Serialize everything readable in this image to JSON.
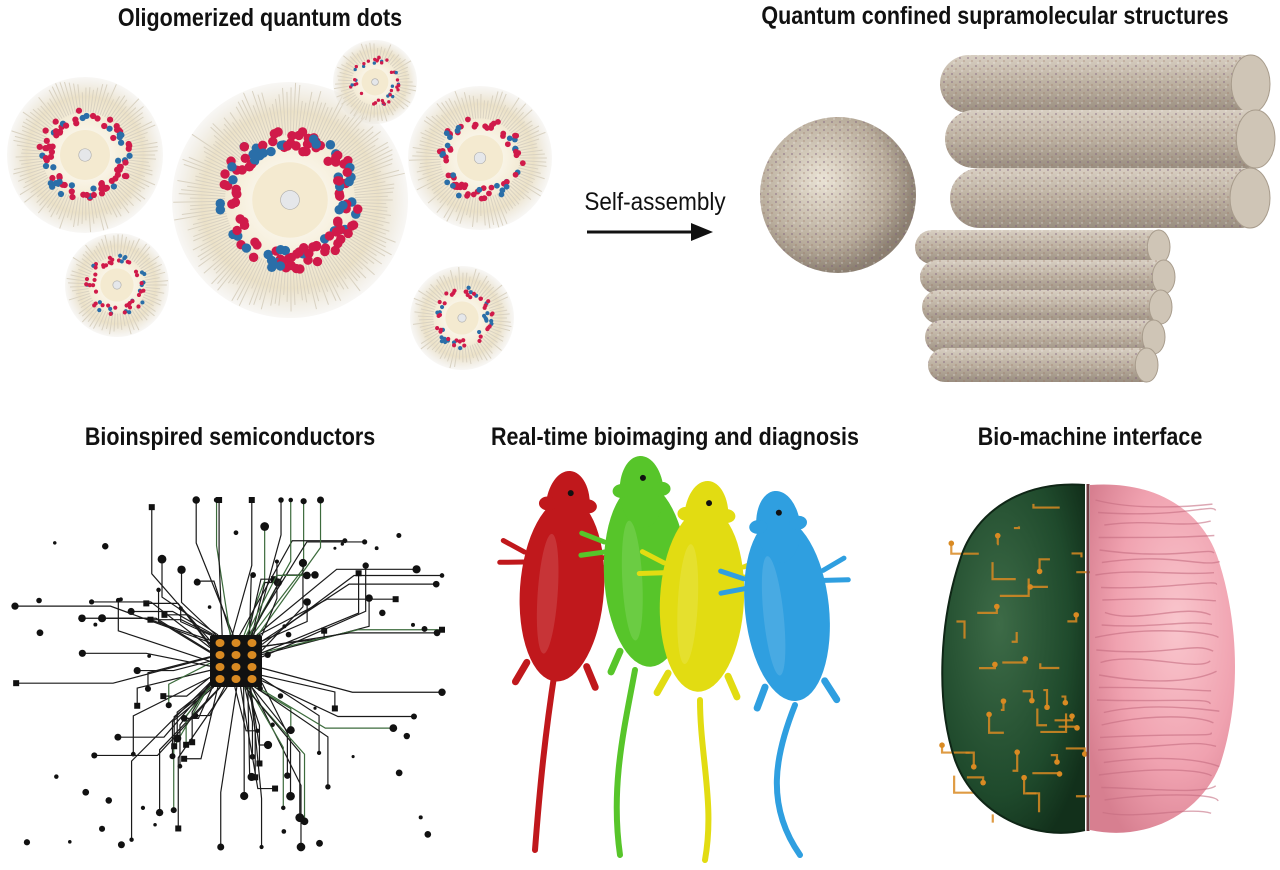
{
  "panels": {
    "oligomerized": {
      "title": "Oligomerized quantum dots"
    },
    "assembly": {
      "arrow_label": "Self-assembly"
    },
    "supramolecular": {
      "title": "Quantum confined supramolecular structures"
    },
    "semiconductors": {
      "title": "Bioinspired semiconductors"
    },
    "bioimaging": {
      "title": "Real-time bioimaging and diagnosis",
      "mouse_colors": [
        "#c0181c",
        "#57c52a",
        "#e2dc12",
        "#2f9fe0"
      ]
    },
    "biomachine": {
      "title": "Bio-machine interface"
    }
  },
  "colors": {
    "shell": "#efe6cf",
    "red_atom": "#d01a4a",
    "blue_atom": "#2a6ea8",
    "circuit_green": "#1f4a2c",
    "brain_pink": "#f2a9b4",
    "gold": "#d98a22"
  }
}
